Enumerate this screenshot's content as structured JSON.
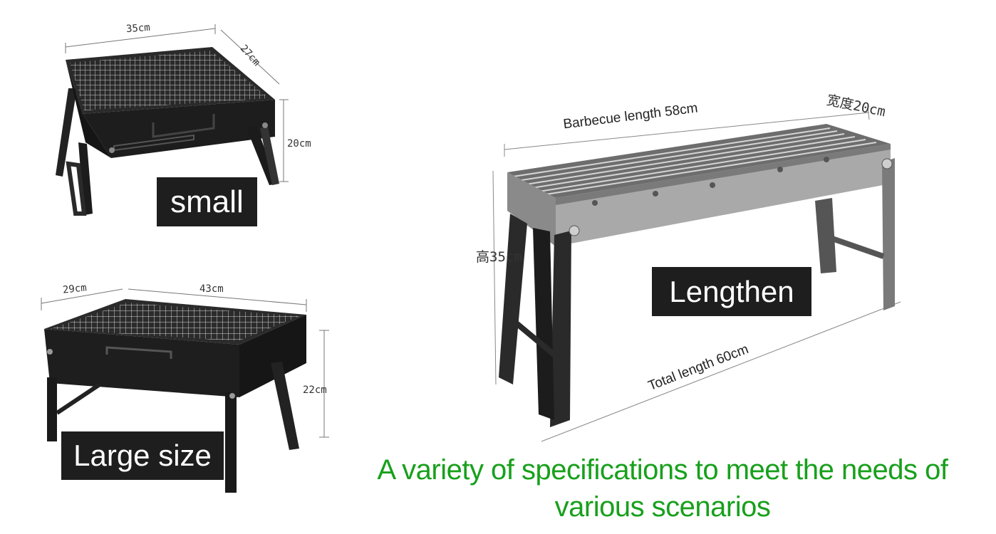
{
  "small": {
    "label": "small",
    "width_dim": "35cm",
    "depth_dim": "27cm",
    "height_dim": "20cm"
  },
  "large": {
    "label": "Large size",
    "depth_dim": "29cm",
    "width_dim": "43cm",
    "height_dim": "22cm"
  },
  "lengthen": {
    "label": "Lengthen",
    "bbq_length": "Barbecue length 58cm",
    "width_dim": "宽度20cm",
    "height_dim": "高35cm",
    "total_length": "Total length 60cm"
  },
  "headline": {
    "line1": "A variety of specifications to meet the needs of",
    "line2": "various scenarios"
  },
  "colors": {
    "headline": "#18a01c",
    "label_bg": "#1e1e1e",
    "grill_dark": "#1f1f1f",
    "grill_steel": "#a7a7a7"
  }
}
